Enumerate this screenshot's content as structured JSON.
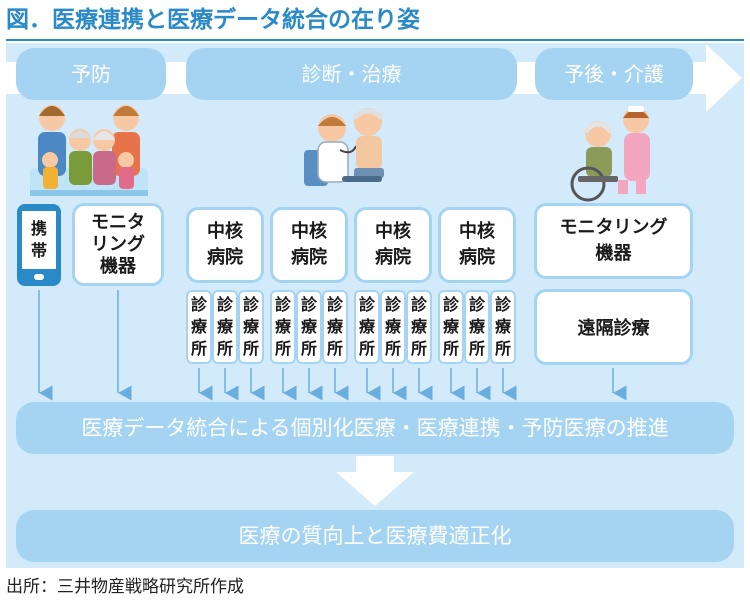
{
  "title": "図．医療連携と医療データ統合の在り姿",
  "phases": {
    "prevention": "予防",
    "diagnosis": "診断・治療",
    "care": "予後・介護"
  },
  "devices": {
    "mobile": [
      "携",
      "帯"
    ],
    "monitoring_left": "モニタ\nリング\n機器",
    "monitoring_right": "モニタリング\n機器",
    "remote": "遠隔診療"
  },
  "hospitals": [
    "中核\n病院",
    "中核\n病院",
    "中核\n病院",
    "中核\n病院"
  ],
  "clinic_label": [
    "診",
    "療",
    "所"
  ],
  "integration_bar": "医療データ統合による個別化医療・医療連携・予防医療の推進",
  "outcome_bar": "医療の質向上と医療費適正化",
  "source": "出所：三井物産戦略研究所作成"
}
